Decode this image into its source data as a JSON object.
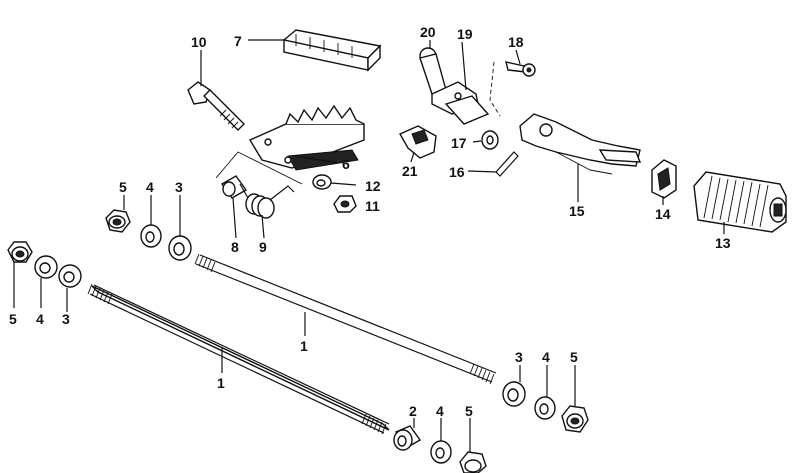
{
  "diagram": {
    "labels": {
      "l1a": "1",
      "l1b": "1",
      "l2": "2",
      "l3a": "3",
      "l3b": "3",
      "l3c": "3",
      "l4a": "4",
      "l4b": "4",
      "l4c": "4",
      "l4d": "4",
      "l5a": "5",
      "l5b": "5",
      "l5c": "5",
      "l5d": "5",
      "l6": "6",
      "l7": "7",
      "l8": "8",
      "l9": "9",
      "l10": "10",
      "l11": "11",
      "l12": "12",
      "l13": "13",
      "l14": "14",
      "l15": "15",
      "l16": "16",
      "l17": "17",
      "l18": "18",
      "l19": "19",
      "l20": "20",
      "l21": "21"
    }
  }
}
